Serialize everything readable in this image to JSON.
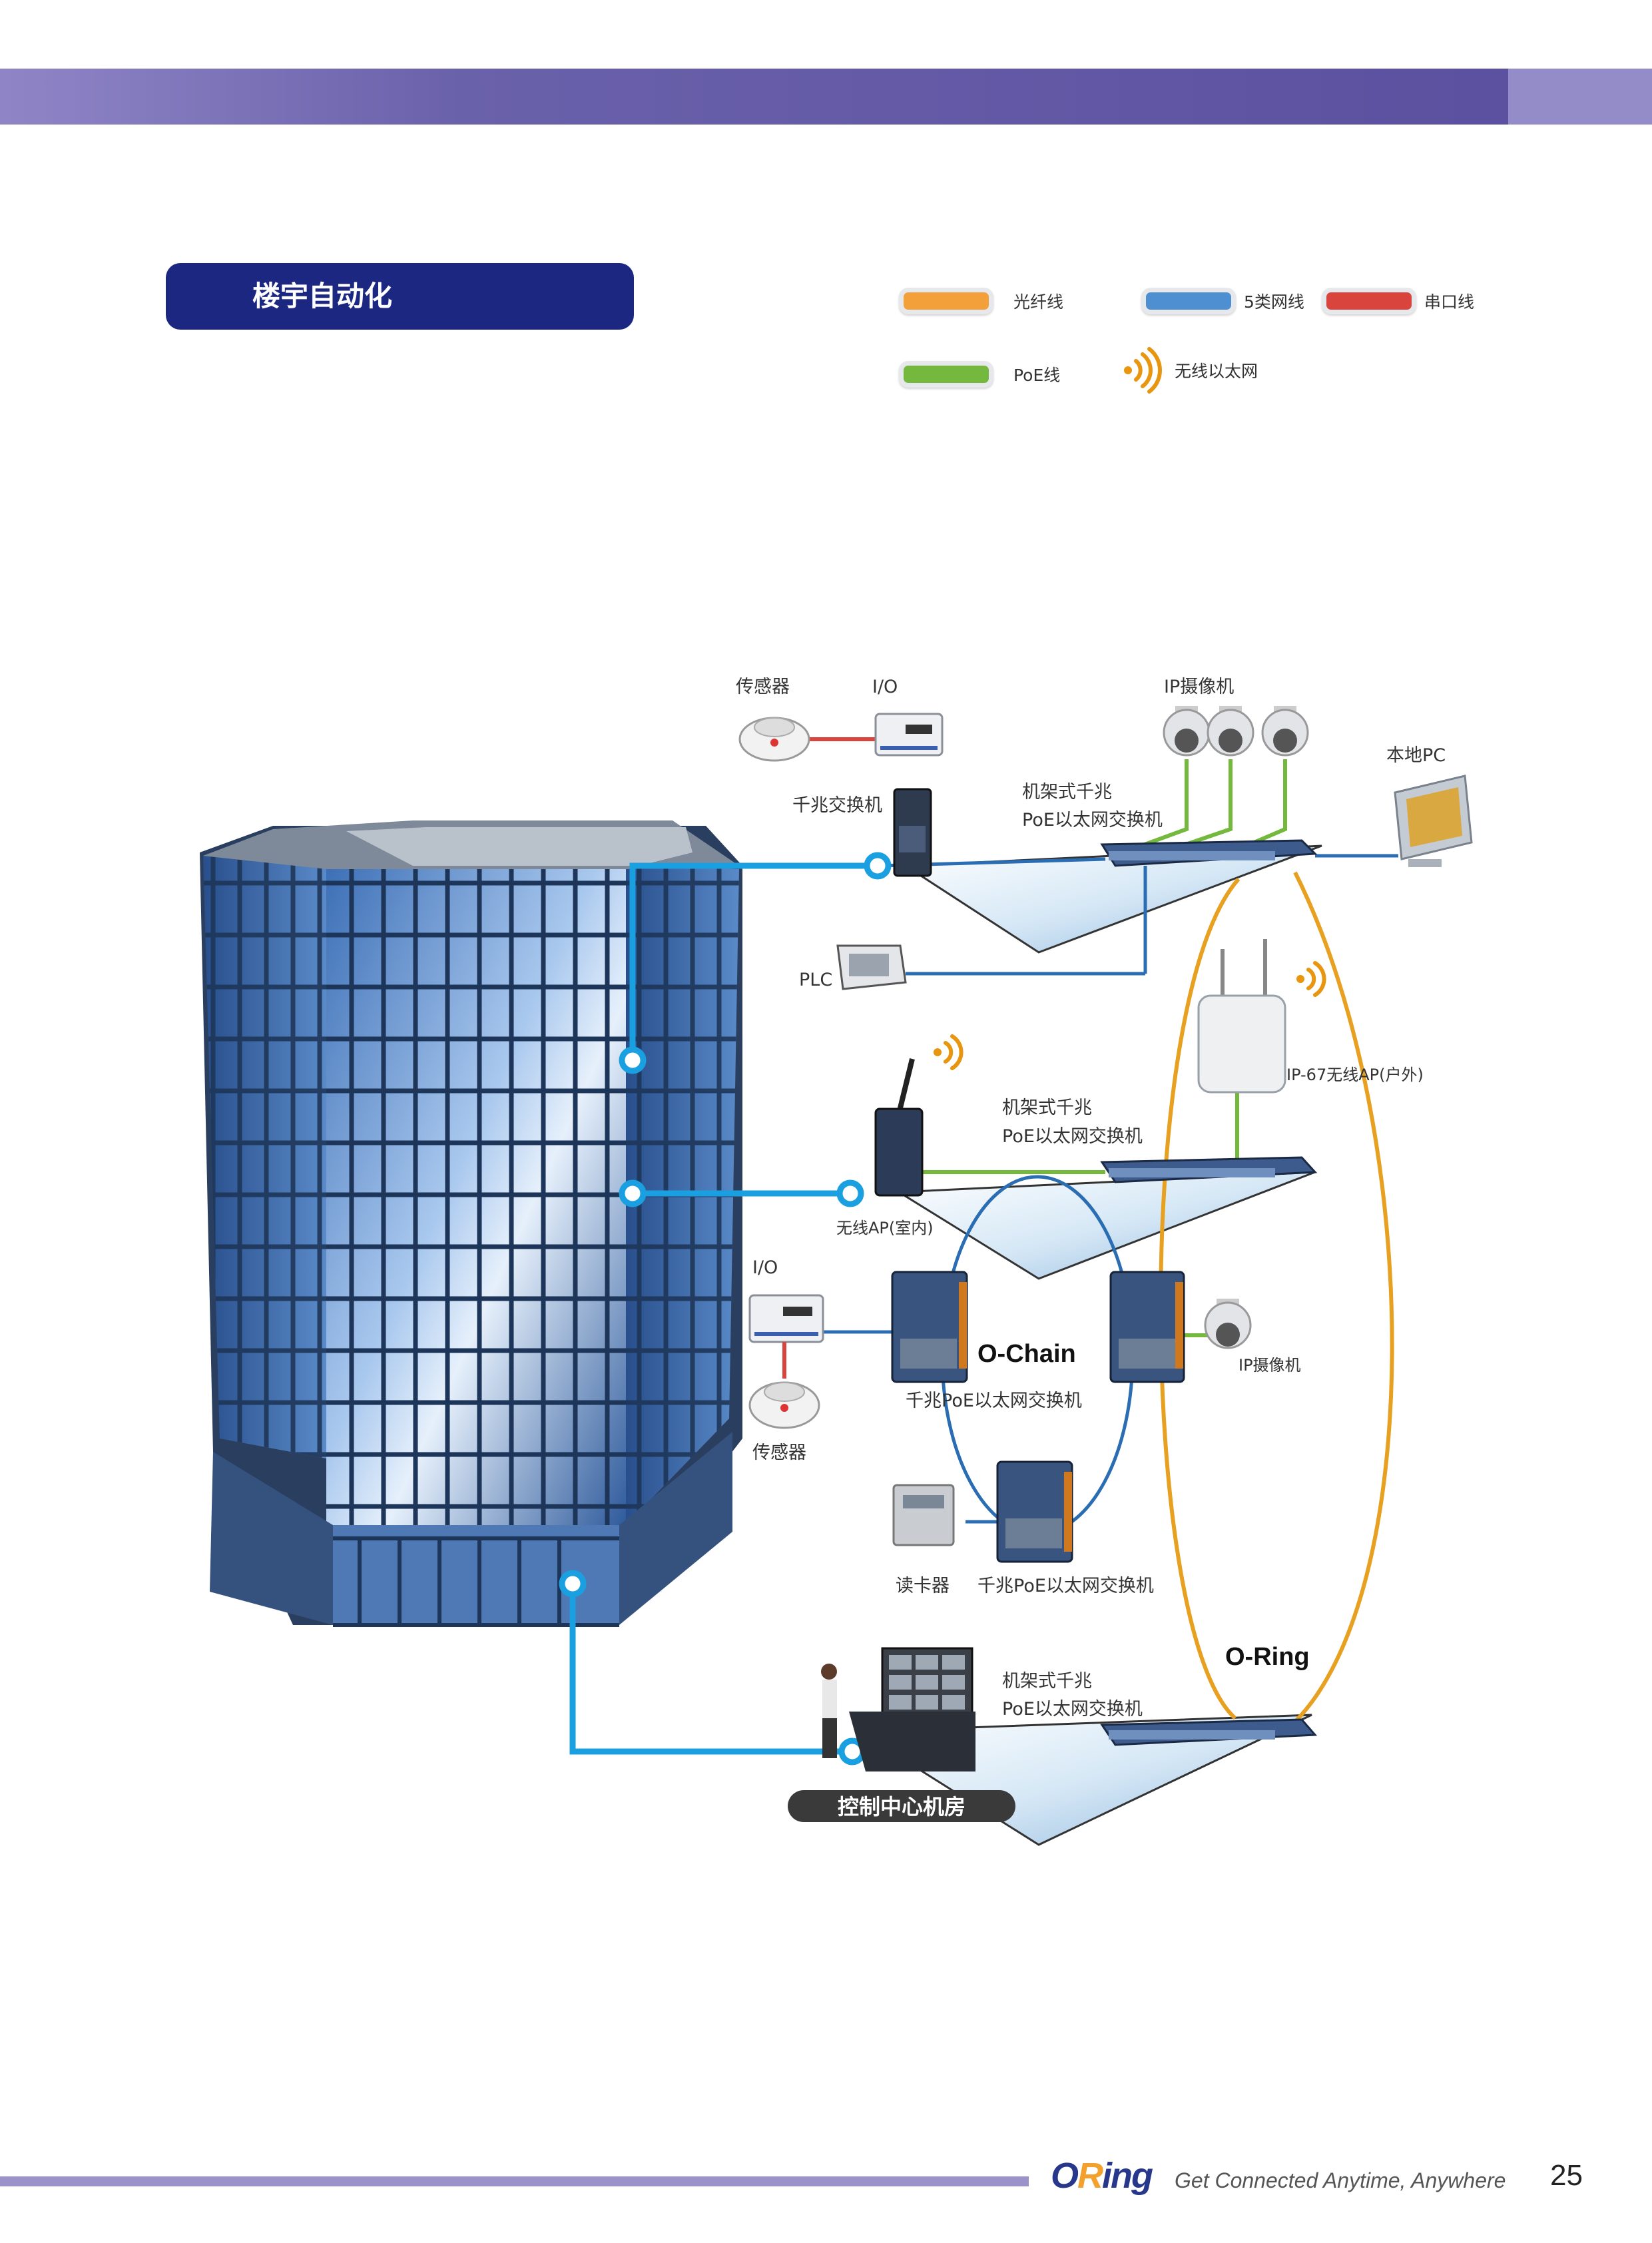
{
  "section_title": "楼宇自动化",
  "legend": {
    "fiber": {
      "label": "光纤线",
      "color": "#f4a03a"
    },
    "cat5": {
      "label": "5类网线",
      "color": "#4d8fd0"
    },
    "serial": {
      "label": "串口线",
      "color": "#d9443c"
    },
    "poe": {
      "label": "PoE线",
      "color": "#74b83e"
    },
    "wireless": {
      "label": "无线以太网",
      "color": "#e8950f",
      "icon": "wifi-icon"
    }
  },
  "labels": {
    "sensor_top": "传感器",
    "io_top": "I/O",
    "ip_camera_top": "IP摄像机",
    "local_pc": "本地PC",
    "gigabit_switch": "千兆交换机",
    "rack_switch_1_line1": "机架式千兆",
    "rack_switch_1_line2": "PoE以太网交换机",
    "plc": "PLC",
    "ap_outdoor": "IP-67无线AP(户外)",
    "rack_switch_2_line1": "机架式千兆",
    "rack_switch_2_line2": "PoE以太网交换机",
    "ap_indoor": "无线AP(室内)",
    "io_mid": "I/O",
    "o_chain": "O-Chain",
    "poe_switch_mid": "千兆PoE以太网交换机",
    "ip_camera_mid": "IP摄像机",
    "sensor_mid": "传感器",
    "card_reader": "读卡器",
    "poe_switch_bottom": "千兆PoE以太网交换机",
    "o_ring": "O-Ring",
    "rack_switch_3_line1": "机架式千兆",
    "rack_switch_3_line2": "PoE以太网交换机",
    "control_room": "控制中心机房"
  },
  "footer": {
    "logo_o": "O",
    "logo_r": "R",
    "logo_rest": "ing",
    "tagline": "Get Connected Anytime, Anywhere",
    "page_number": "25"
  }
}
